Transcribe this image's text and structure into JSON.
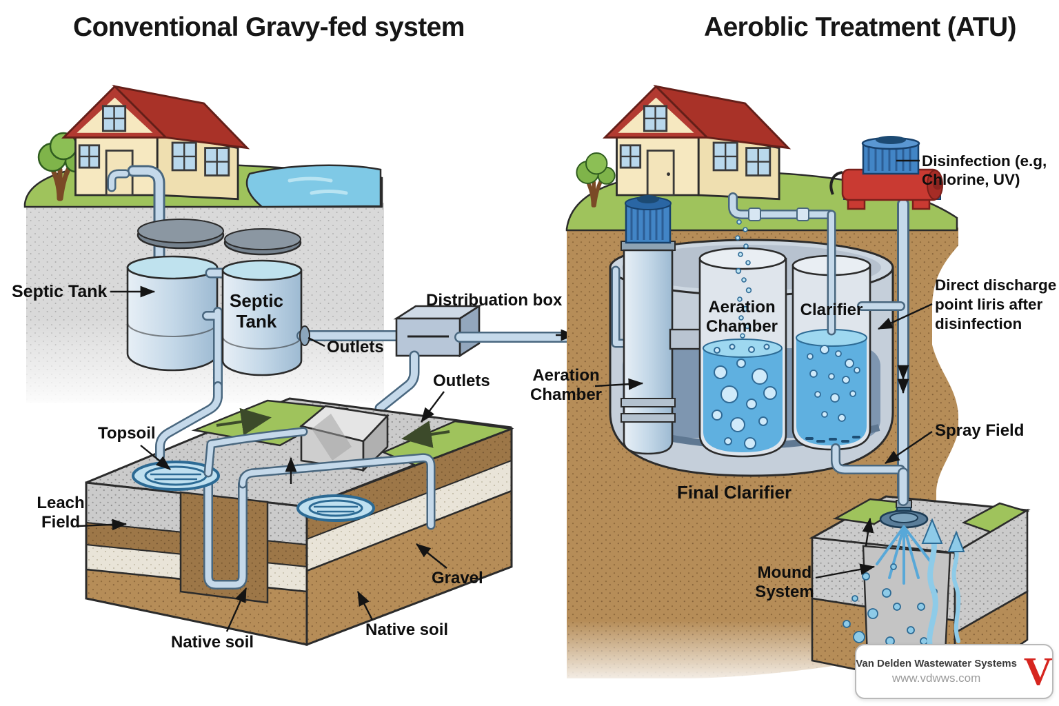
{
  "titles": {
    "left": "Conventional Gravy-fed system",
    "right": "Aeroblic Treatment (ATU)"
  },
  "labels": {
    "septic_tank_callout": "Septic Tank",
    "septic_tank_inner": "Septic\nTank",
    "outlets_upper": "Outlets",
    "distribution_box": "Distribuation box",
    "outlets_lower": "Outlets",
    "topsoil": "Topsoil",
    "leach_field": "Leach\nField",
    "gravel": "Gravel",
    "native_soil_left": "Native soil",
    "native_soil_right": "Native soil",
    "disinfection": "Disinfection (e.g,\nChlorine, UV)",
    "aeration_chamber_callout": "Aeration\nChamber",
    "aeration_chamber_tank": "Aeration\nChamber",
    "clarifier_tank": "Clarifier",
    "direct_discharge": "Direct discharge\npoint liris after\ndisinfection",
    "final_clarifier": "Final Clarifier",
    "spray_field": "Spray Field",
    "mound_system": "Mound\nSystem"
  },
  "branding": {
    "company": "Van Delden Wastewater Systems",
    "website": "www.vdwws.com",
    "logo_letter": "V"
  },
  "colors": {
    "grass": "#9fc35c",
    "pond_water": "#7fc9e6",
    "tank_water": "#5fb0e0",
    "pipe": "#c5d9ea",
    "soil_brown": "#b68d58",
    "roof_red": "#b23a31",
    "pump_blue": "#4285c6",
    "disinfection_red": "#c93a32",
    "logo_red": "#d6251f",
    "label_text": "#0e0e0e"
  }
}
